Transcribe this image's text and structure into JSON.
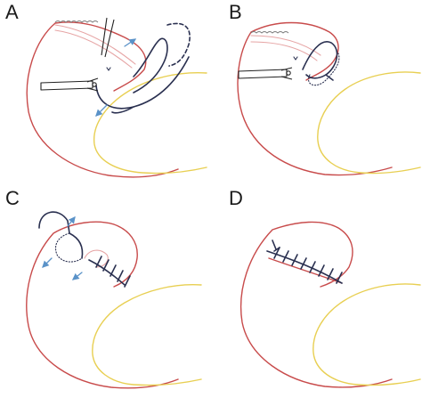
{
  "panels": [
    {
      "label": "A"
    },
    {
      "label": "B"
    },
    {
      "label": "C"
    },
    {
      "label": "D"
    }
  ],
  "colors": {
    "organ_outline": "#c84b4b",
    "adjacent_organ": "#e8cf52",
    "incision_edge": "#e6a4a4",
    "suture": "#2a3050",
    "arrow": "#5a92c8"
  },
  "icons": {
    "needle_holder": "needle-holder-icon",
    "forceps": "forceps-icon",
    "direction_arrow": "arrow-icon"
  }
}
